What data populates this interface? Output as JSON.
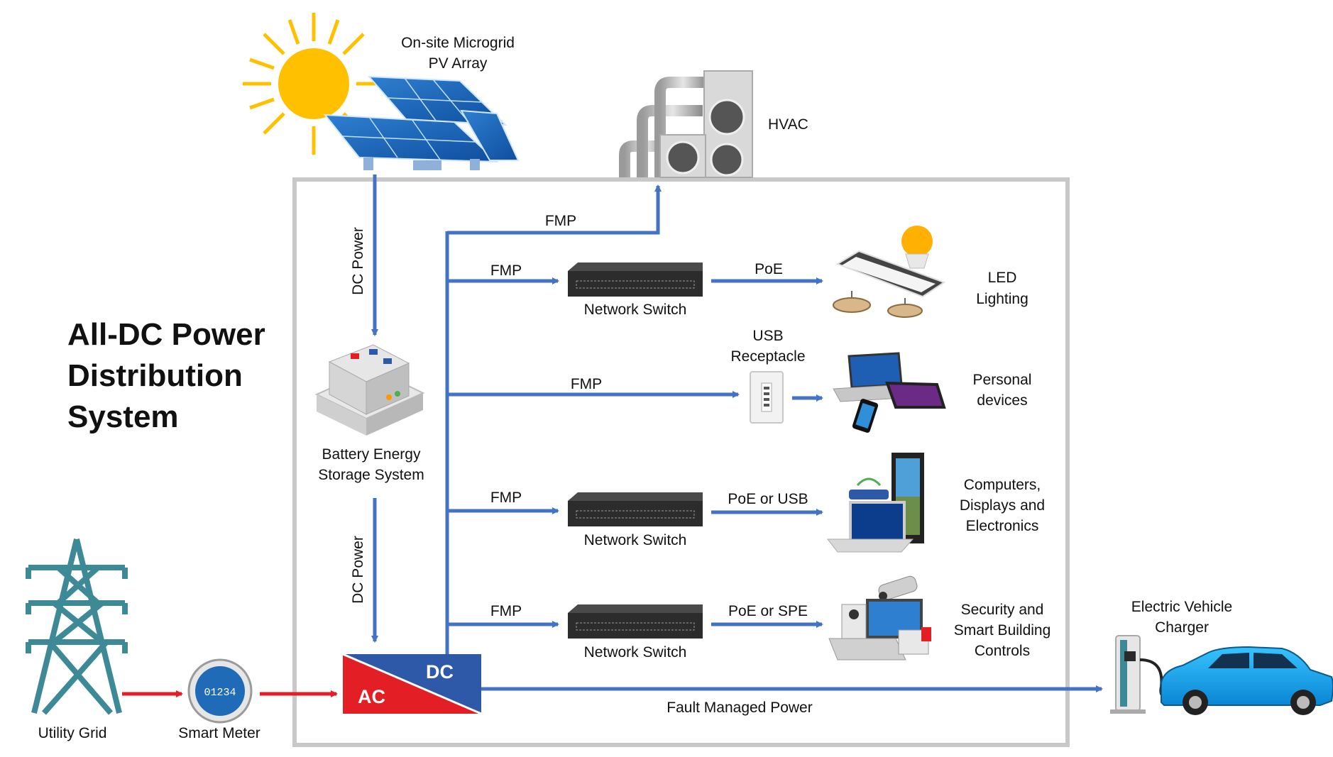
{
  "title_lines": [
    "All-DC Power",
    "Distribution",
    "System"
  ],
  "labels": {
    "pv_line1": "On-site Microgrid",
    "pv_line2": "PV Array",
    "hvac": "HVAC",
    "dc_power": "DC Power",
    "battery_line1": "Battery Energy",
    "battery_line2": "Storage System",
    "fmp": "FMP",
    "poe": "PoE",
    "poe_or_usb": "PoE or USB",
    "poe_or_spe": "PoE or SPE",
    "network_switch": "Network Switch",
    "usb_line1": "USB",
    "usb_line2": "Receptacle",
    "led_line1": "LED",
    "led_line2": "Lighting",
    "personal_line1": "Personal",
    "personal_line2": "devices",
    "computers_line1": "Computers,",
    "computers_line2": "Displays and",
    "computers_line3": "Electronics",
    "security_line1": "Security and",
    "security_line2": "Smart Building",
    "security_line3": "Controls",
    "ev_line1": "Electric Vehicle",
    "ev_line2": "Charger",
    "fault_managed_power": "Fault Managed Power",
    "utility_grid": "Utility Grid",
    "smart_meter": "Smart Meter",
    "ac": "AC",
    "dc": "DC",
    "meter_reading": "01234"
  },
  "colors": {
    "flow_blue": "#4472c4",
    "ac_red": "#e31e24",
    "dc_blue": "#2e59a9",
    "tower_teal": "#3d8a96",
    "enclosure_gray": "#c8c8c8",
    "sun_yellow": "#ffc000"
  }
}
